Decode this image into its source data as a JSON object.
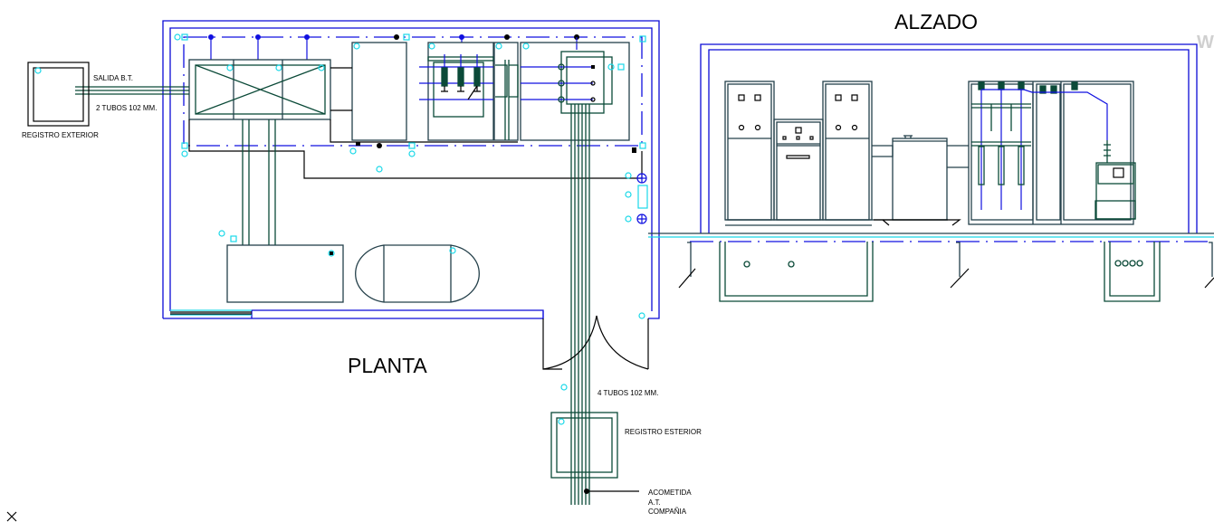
{
  "drawing": {
    "views": {
      "plan_title": "PLANTA",
      "elevation_title": "ALZADO"
    },
    "labels": {
      "outlet_bt": "SALIDA B.T.",
      "tubes_left": "2 TUBOS 102 MM.",
      "registro_left": "REGISTRO EXTERIOR",
      "tubes_bottom": "4 TUBOS 102 MM.",
      "registro_bottom": "REGISTRO ESTERIOR",
      "acometida_line1": "ACOMETIDA",
      "acometida_line2": "A.T.",
      "acometida_line3": "COMPAÑIA"
    },
    "watermark": "W",
    "colors": {
      "walls": "#0a0ad6",
      "equipment": "#24404a",
      "cables": "#0b4a38",
      "markers": "#19d8e8",
      "grounding": "#1010e0"
    }
  }
}
